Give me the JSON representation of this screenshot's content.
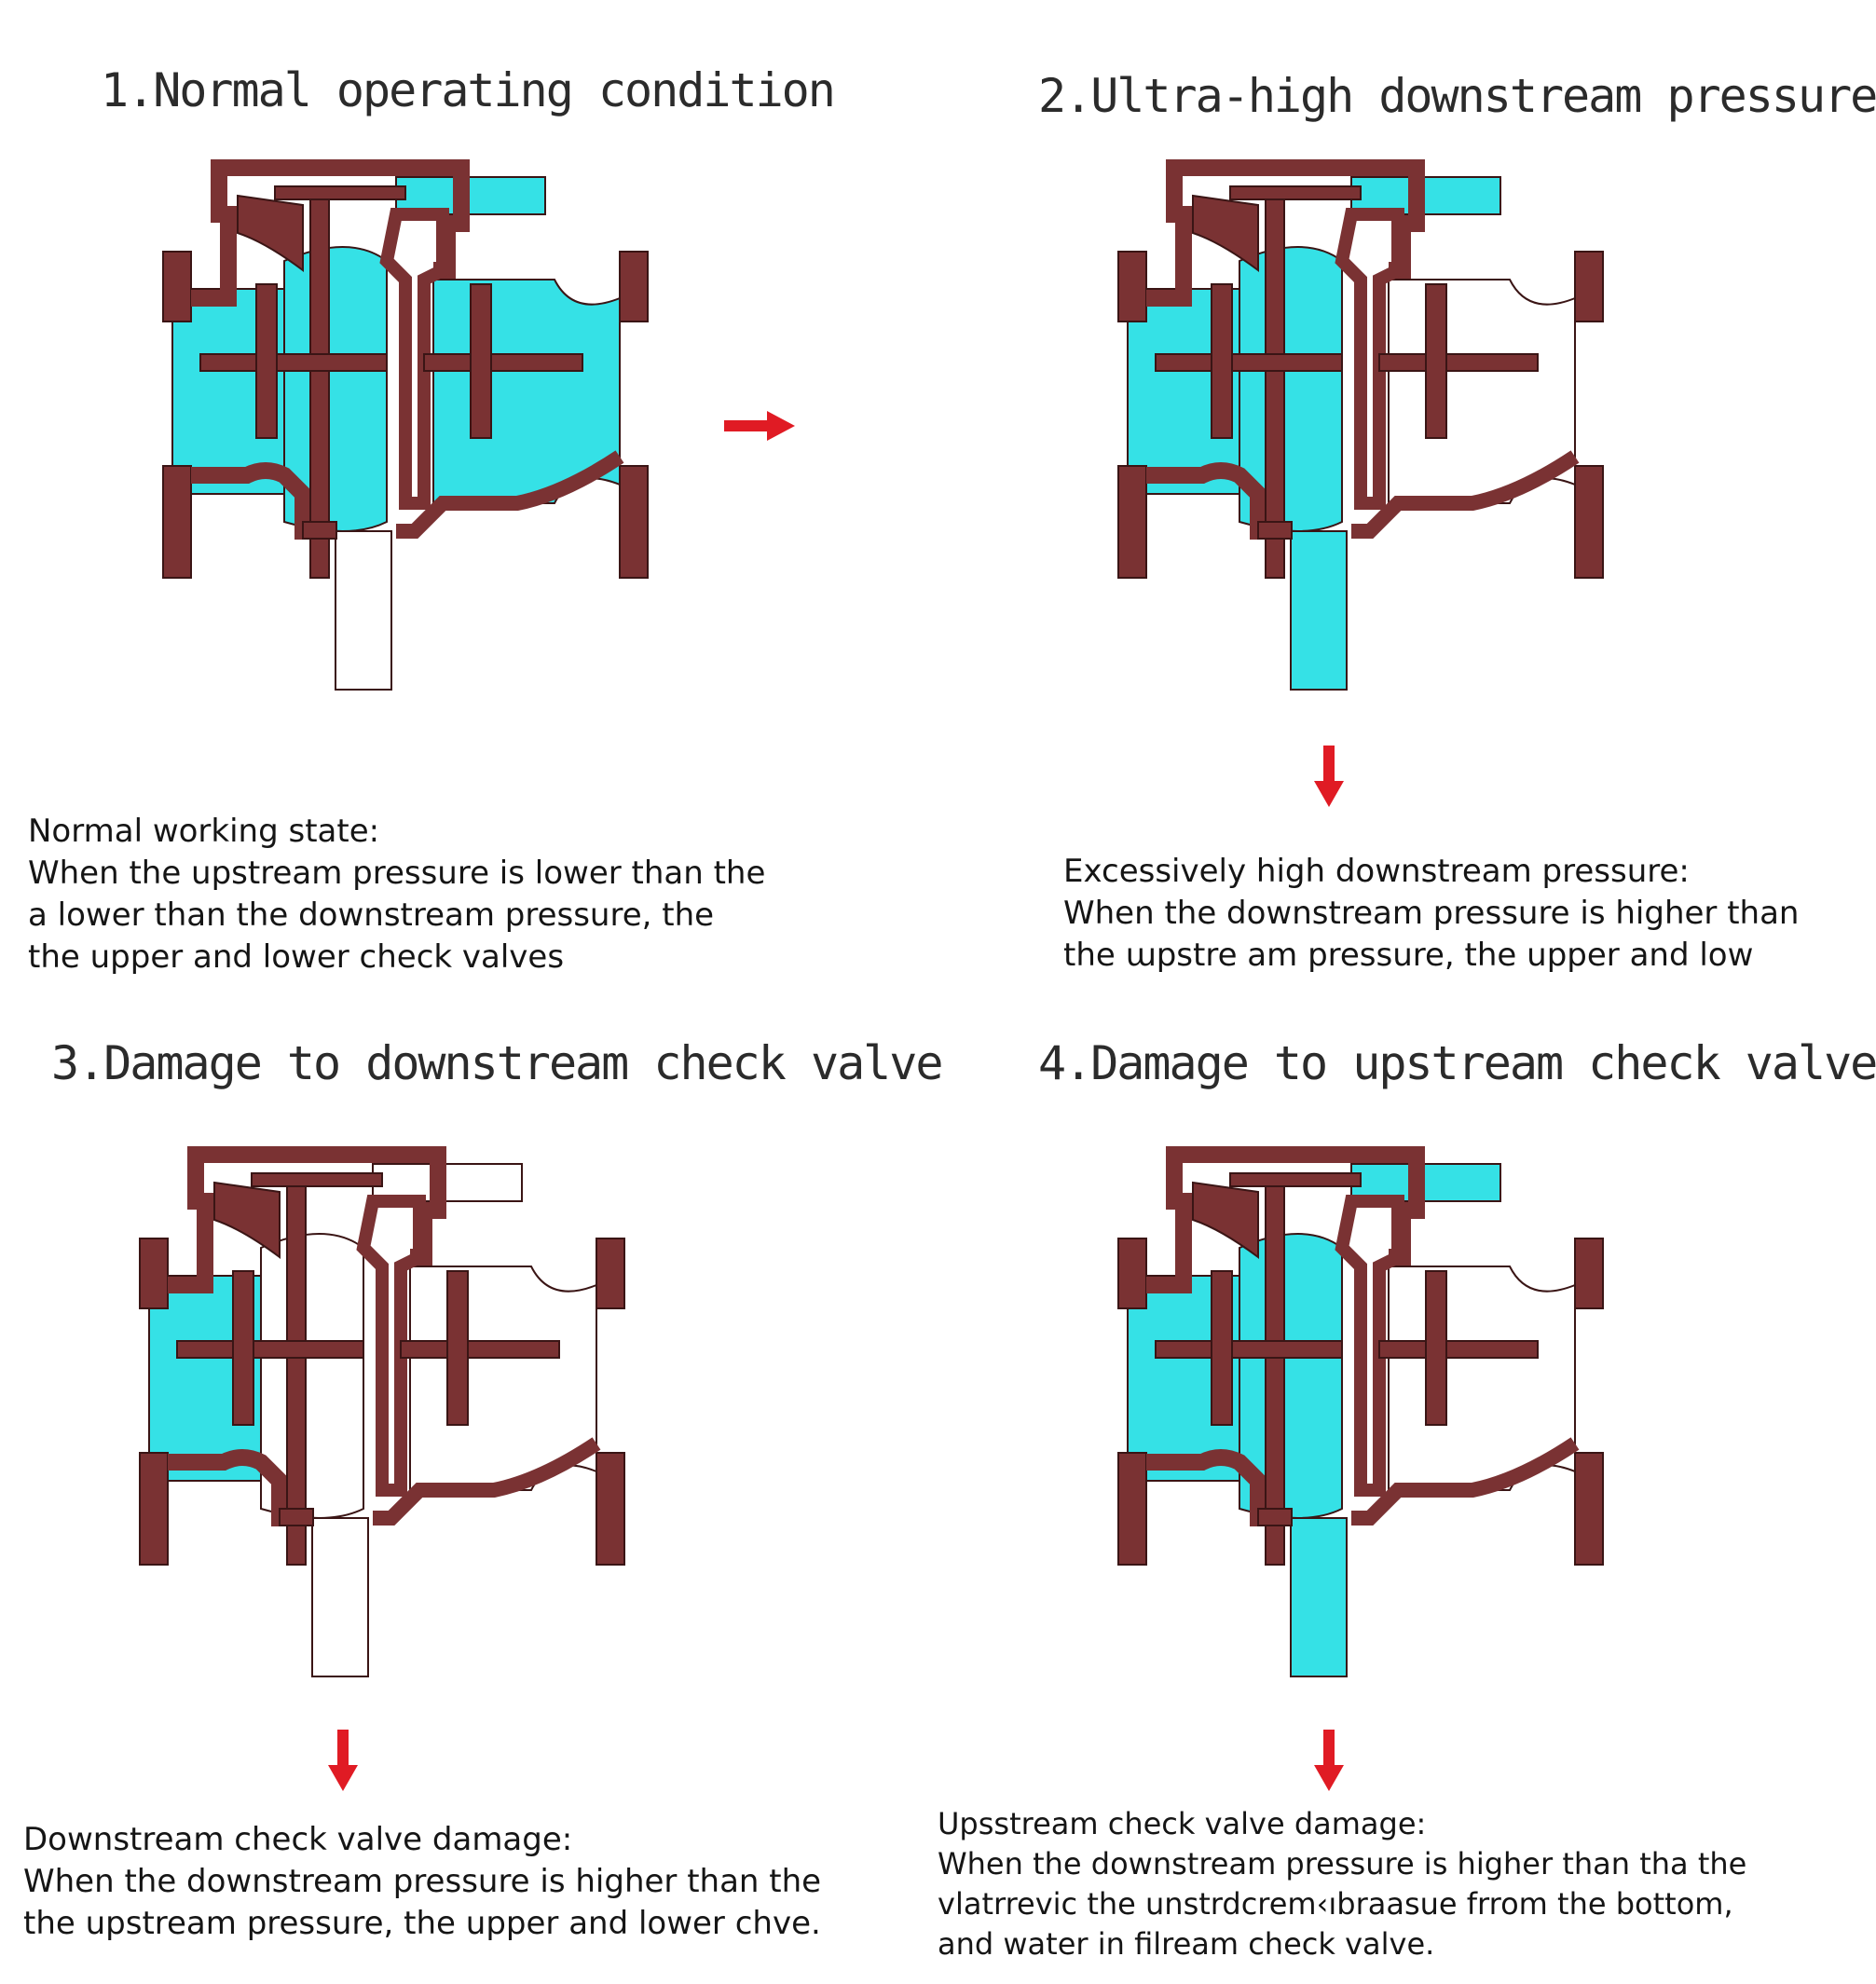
{
  "panels": [
    {
      "title": "1.Normal operating condition",
      "heading": "Normal working state:",
      "lines": [
        "When the upstream pressure is lower than the",
        "a lower than the downstream pressure, the",
        "the upper and lower check valves"
      ],
      "fill": {
        "upstream": true,
        "chamber": true,
        "downstream": true,
        "drain": false
      }
    },
    {
      "title": "2.Ultra-high downstream pressure",
      "heading": "Excessively high downstream pressure:",
      "lines": [
        "When the downstream pressure is higher than",
        "the  ɯpstre am pressure, the upper and low"
      ],
      "fill": {
        "upstream": true,
        "chamber": true,
        "downstream": false,
        "drain": true
      }
    },
    {
      "title": "3.Damage to downstream check valve",
      "heading": "Downstream check valve damage:",
      "lines": [
        "When the downstream pressure is higher than the",
        "the upstream pressure, the upper and lower chve."
      ],
      "fill": {
        "upstream": true,
        "chamber": false,
        "downstream": false,
        "drain": false
      }
    },
    {
      "title": "4.Damage to upstream check valve",
      "heading": "Upsstream check valve damage:",
      "lines": [
        "When the downstream pressure is higher than tha the",
        "vlatrrevic the unstrdcrem‹ıbraasue frrom the bottom,",
        "and water in filream check valve."
      ],
      "fill": {
        "upstream": true,
        "chamber": true,
        "downstream": false,
        "drain": true
      }
    }
  ],
  "colors": {
    "body": "#7a3233",
    "water": "#35e1e6",
    "outline": "#3a1515",
    "arrow": "#e01b24",
    "line": "#2b2b2b"
  },
  "icons": {
    "flow_arrow": "arrow-right-icon",
    "drain_arrow": "arrow-down-icon"
  }
}
